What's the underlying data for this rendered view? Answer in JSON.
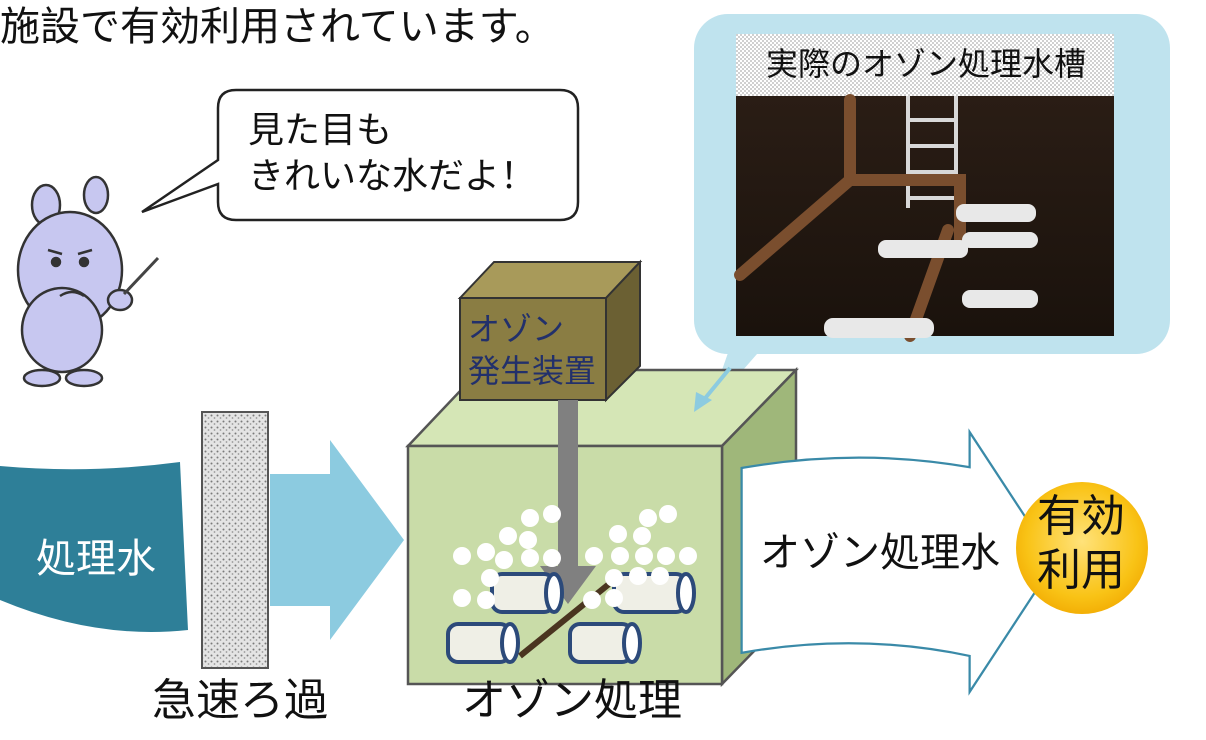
{
  "header": {
    "text": "施設で有効利用されています。"
  },
  "speech_bubble": {
    "line1": "見た目も",
    "line2": "きれいな水だよ！"
  },
  "photo": {
    "title": "実際のオゾン処理水槽"
  },
  "labels": {
    "treated_water": "処理水",
    "ozone_generator_line1": "オゾン",
    "ozone_generator_line2": "発生装置",
    "ozone_treated_water": "オゾン処理水",
    "effective_use_line1": "有効",
    "effective_use_line2": "利用",
    "rapid_filtration": "急速ろ過",
    "ozone_treatment": "オゾン処理"
  },
  "colors": {
    "inflow_arrow": "#2e7f98",
    "flow_arrow": "#8ccbe0",
    "tank_front": "#c9dca8",
    "tank_top": "#d5e6b6",
    "tank_side": "#9fb77a",
    "generator_box": "#8a7d43",
    "bubble_frame": "#bfe3ee",
    "use_circle": "#f5b400"
  }
}
